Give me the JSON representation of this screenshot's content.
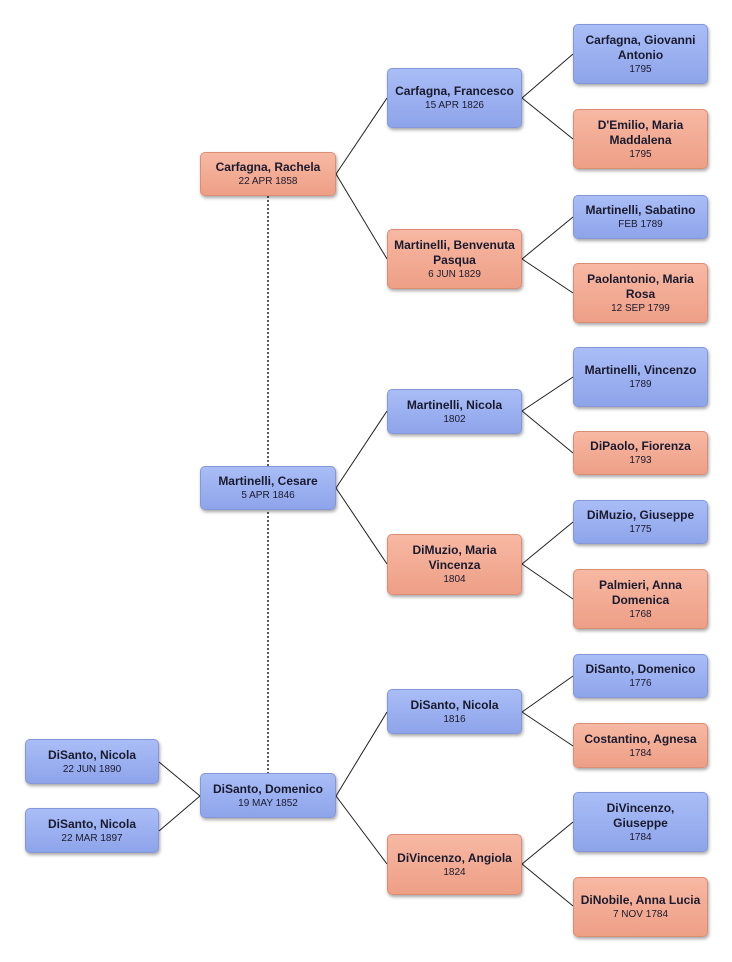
{
  "persons": {
    "child1": {
      "name": "DiSanto, Nicola",
      "date": "22 JUN 1890",
      "sex": "male"
    },
    "child2": {
      "name": "DiSanto, Nicola",
      "date": "22 MAR 1897",
      "sex": "male"
    },
    "domenico": {
      "name": "DiSanto, Domenico",
      "date": "19 MAY 1852",
      "sex": "male"
    },
    "cesare": {
      "name": "Martinelli, Cesare",
      "date": "5 APR 1846",
      "sex": "male"
    },
    "rachela": {
      "name": "Carfagna, Rachela",
      "date": "22 APR 1858",
      "sex": "female"
    },
    "francesco": {
      "name": "Carfagna, Francesco",
      "date": "15 APR 1826",
      "sex": "male"
    },
    "benvenuta": {
      "name": "Martinelli, Benvenuta Pasqua",
      "date": "6 JUN 1829",
      "sex": "female"
    },
    "nicola1802": {
      "name": "Martinelli, Nicola",
      "date": "1802",
      "sex": "male"
    },
    "mariavincenza": {
      "name": "DiMuzio, Maria Vincenza",
      "date": "1804",
      "sex": "female"
    },
    "nicola1816": {
      "name": "DiSanto, Nicola",
      "date": "1816",
      "sex": "male"
    },
    "angiola": {
      "name": "DiVincenzo, Angiola",
      "date": "1824",
      "sex": "female"
    },
    "giovanni": {
      "name": "Carfagna, Giovanni Antonio",
      "date": "1795",
      "sex": "male"
    },
    "mariamaddalena": {
      "name": "D'Emilio, Maria Maddalena",
      "date": "1795",
      "sex": "female"
    },
    "sabatino": {
      "name": "Martinelli, Sabatino",
      "date": "FEB 1789",
      "sex": "male"
    },
    "mariarosa": {
      "name": "Paolantonio, Maria Rosa",
      "date": "12 SEP 1799",
      "sex": "female"
    },
    "vincenzo": {
      "name": "Martinelli, Vincenzo",
      "date": "1789",
      "sex": "male"
    },
    "fiorenza": {
      "name": "DiPaolo, Fiorenza",
      "date": "1793",
      "sex": "female"
    },
    "giuseppe1775": {
      "name": "DiMuzio, Giuseppe",
      "date": "1775",
      "sex": "male"
    },
    "annadomenica": {
      "name": "Palmieri, Anna Domenica",
      "date": "1768",
      "sex": "female"
    },
    "domenico1776": {
      "name": "DiSanto, Domenico",
      "date": "1776",
      "sex": "male"
    },
    "agnesa": {
      "name": "Costantino, Agnesa",
      "date": "1784",
      "sex": "female"
    },
    "giuseppe1784": {
      "name": "DiVincenzo, Giuseppe",
      "date": "1784",
      "sex": "male"
    },
    "annalucia": {
      "name": "DiNobile, Anna Lucia",
      "date": "7 NOV 1784",
      "sex": "female"
    }
  },
  "colors": {
    "male": "#98acee",
    "female": "#f2a991",
    "line": "#222222"
  }
}
